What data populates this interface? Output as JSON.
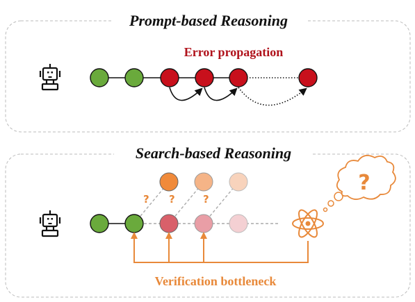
{
  "top_panel": {
    "title": "Prompt-based Reasoning",
    "annotation": "Error propagation"
  },
  "bottom_panel": {
    "title": "Search-based Reasoning",
    "annotation": "Verification bottleneck",
    "question_mark": "?"
  },
  "icons": {
    "agent": "robot-icon",
    "verifier": "atom-icon",
    "thought": "thought-cloud-icon"
  },
  "colors": {
    "correct": "#6aaa3c",
    "error": "#c8101c",
    "verification": "#e8893a",
    "border": "#bbbbbb"
  }
}
